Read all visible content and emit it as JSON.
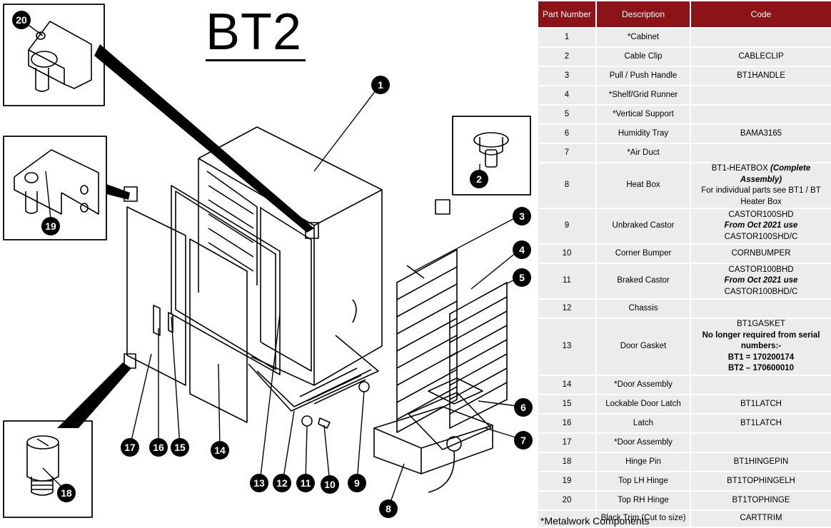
{
  "diagram": {
    "title": "BT2",
    "callouts": [
      "1",
      "2",
      "3",
      "4",
      "5",
      "6",
      "7",
      "8",
      "9",
      "10",
      "11",
      "12",
      "13",
      "14",
      "15",
      "16",
      "17",
      "18",
      "19",
      "20"
    ]
  },
  "table": {
    "headers": [
      "Part Number",
      "Description",
      "Code"
    ],
    "rows": [
      {
        "part": "1",
        "desc": "*Cabinet",
        "code": [
          ""
        ]
      },
      {
        "part": "2",
        "desc": "Cable Clip",
        "code": [
          "CABLECLIP"
        ]
      },
      {
        "part": "3",
        "desc": "Pull / Push Handle",
        "code": [
          "BT1HANDLE"
        ]
      },
      {
        "part": "4",
        "desc": "*Shelf/Grid Runner",
        "code": [
          ""
        ]
      },
      {
        "part": "5",
        "desc": "*Vertical Support",
        "code": [
          ""
        ]
      },
      {
        "part": "6",
        "desc": "Humidity Tray",
        "code": [
          "BAMA3165"
        ]
      },
      {
        "part": "7",
        "desc": "*Air Duct",
        "code": [
          ""
        ]
      },
      {
        "part": "8",
        "desc": "Heat Box",
        "code": [
          "BT1-HEATBOX",
          "(Complete Assembly)",
          "For individual parts see BT1 / BT",
          "Heater Box"
        ]
      },
      {
        "part": "9",
        "desc": "Unbraked Castor",
        "code": [
          "CASTOR100SHD",
          "From Oct 2021 use",
          "CASTOR100SHD/C"
        ]
      },
      {
        "part": "10",
        "desc": "Corner Bumper",
        "code": [
          "CORNBUMPER"
        ]
      },
      {
        "part": "11",
        "desc": "Braked Castor",
        "code": [
          "CASTOR100BHD",
          "From Oct 2021 use",
          "CASTOR100BHD/C"
        ]
      },
      {
        "part": "12",
        "desc": "Chassis",
        "code": [
          ""
        ]
      },
      {
        "part": "13",
        "desc": "Door Gasket",
        "code": [
          "BT1GASKET",
          "No longer required from serial",
          "numbers:-",
          "BT1 = 170200174",
          "BT2 – 170600010"
        ]
      },
      {
        "part": "14",
        "desc": "*Door Assembly",
        "code": [
          ""
        ]
      },
      {
        "part": "15",
        "desc": "Lockable Door Latch",
        "code": [
          "BT1LATCH"
        ]
      },
      {
        "part": "16",
        "desc": "Latch",
        "code": [
          "BT1LATCH"
        ]
      },
      {
        "part": "17",
        "desc": "*Door Assembly",
        "code": [
          ""
        ]
      },
      {
        "part": "18",
        "desc": "Hinge Pin",
        "code": [
          "BT1HINGEPIN"
        ]
      },
      {
        "part": "19",
        "desc": "Top LH Hinge",
        "code": [
          "BT1TOPHINGELH"
        ]
      },
      {
        "part": "20",
        "desc": "Top RH Hinge",
        "code": [
          "BT1TOPHINGE"
        ]
      },
      {
        "part": "",
        "desc": "Black Trim (Cut to size)",
        "code": [
          "CARTTRIM"
        ]
      }
    ],
    "footnote": "*Metalwork Components"
  },
  "colors": {
    "header_bg": "#8c1318",
    "cell_bg": "#ececec"
  }
}
